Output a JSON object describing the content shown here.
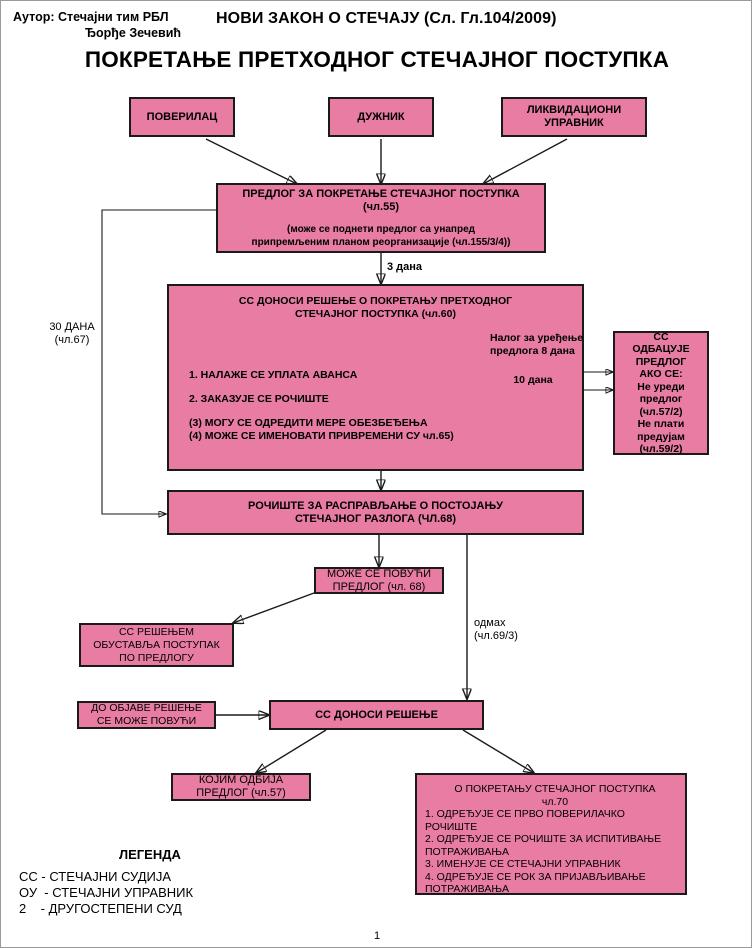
{
  "header": {
    "author_line1": "Аутор: Стечајни тим РБЛ",
    "author_line2": "Ђорђе Зечевић",
    "law": "НОВИ ЗАКОН О СТЕЧАЈУ (Сл. Гл.104/2009)",
    "title": "ПОКРЕТАЊЕ ПРЕТХОДНОГ СТЕЧАЈНОГ ПОСТУПКА"
  },
  "nodes": {
    "creditor": {
      "line1": "ПОВЕРИЛАЦ"
    },
    "debtor": {
      "line1": "ДУЖНИК"
    },
    "liquidator": {
      "line1": "ЛИКВИДАЦИОНИ",
      "line2": "УПРАВНИК"
    },
    "proposal": {
      "line1": "ПРЕДЛОГ ЗА ПОКРЕТАЊЕ СТЕЧАЈНОГ ПОСТУПКА",
      "line2": "(чл.55)",
      "line3": "(може се поднети предлог са унапред",
      "line4": "припремљеним планом реорганизације (чл.155/3/4))"
    },
    "decision": {
      "title1": "СС ДОНОСИ РЕШЕЊЕ О ПОКРЕТАЊУ ПРЕТХОДНОГ",
      "title2": "СТЕЧАЈНОГ ПОСТУПКА (чл.60)",
      "items": [
        "1. НАЛАЖЕ СЕ УПЛАТА АВАНСА",
        "2. ЗАКАЗУЈЕ СЕ РОЧИШТЕ",
        "(3) МОГУ СЕ ОДРЕДИТИ МЕРЕ ОБЕЗБЕЂЕЊА",
        "(4) МОЖЕ СЕ ИМЕНОВАТИ ПРИВРЕМЕНИ СУ чл.65)"
      ],
      "note1": "Налог за уређење",
      "note2": "предлога 8 дана",
      "note3": "10 дана"
    },
    "reject": {
      "l1": "СС",
      "l2": "ОДБАЦУЈЕ",
      "l3": "ПРЕДЛОГ",
      "l4": "АКО СЕ:",
      "l5": "Не уреди",
      "l6": "предлог",
      "l7": "(чл.57/2)",
      "l8": "Не плати",
      "l9": "предујам",
      "l10": "(чл.59/2)"
    },
    "hearing": {
      "line1": "РОЧИШТЕ ЗА РАСПРАВЉАЊЕ О ПОСТОЈАЊУ",
      "line2": "СТЕЧАЈНОГ РАЗЛОГА  (ЧЛ.68)"
    },
    "withdraw": {
      "line1": "МОЖЕ СЕ ПОВУЋИ",
      "line2": "ПРЕДЛОГ (чл. 68)"
    },
    "suspend": {
      "line1": "СС РЕШЕЊЕМ",
      "line2": "ОБУСТАВЉА ПОСТУПАК",
      "line3": "ПО ПРЕДЛОГУ"
    },
    "until_publish": {
      "line1": "ДО ОБЈАВЕ РЕШЕЊЕ",
      "line2": "СЕ МОЖЕ ПОВУЋИ"
    },
    "ruling": {
      "line1": "СС ДОНОСИ РЕШЕЊЕ"
    },
    "dismiss": {
      "line1": "КОЈИМ ОДБИЈА",
      "line2": "ПРЕДЛОГ (чл.57)"
    },
    "open": {
      "title1": "О ПОКРЕТАЊУ СТЕЧАЈНОГ ПОСТУПКА",
      "title2": "чл.70",
      "items": [
        "1. ОДРЕЂУЈЕ СЕ ПРВО ПОВЕРИЛАЧКО",
        "РОЧИШТЕ",
        "2. ОДРЕЂУЈЕ СЕ РОЧИШТЕ ЗА ИСПИТИВАЊЕ",
        "ПОТРАЖИВАЊА",
        "3. ИМЕНУЈЕ СЕ СТЕЧАЈНИ УПРАВНИК",
        "4. ОДРЕЂУЈЕ СЕ РОК ЗА ПРИЈАВЉИВАЊЕ",
        "ПОТРАЖИВАЊА"
      ]
    }
  },
  "edge_labels": {
    "three_days": "3 дана",
    "thirty_days_l1": "30 ДАНА",
    "thirty_days_l2": "(чл.67)",
    "immediately_l1": "одмах",
    "immediately_l2": "(чл.69/3)"
  },
  "legend": {
    "title": "ЛЕГЕНДА",
    "entries": "СС - СТЕЧАЈНИ СУДИЈА\nОУ  - СТЕЧАЈНИ УПРАВНИК\n2    - ДРУГОСТЕПЕНИ СУД"
  },
  "page_number": "1",
  "colors": {
    "node_fill": "#e87ca3",
    "node_border": "#1a1a1a",
    "text": "#000000",
    "background": "#ffffff"
  }
}
